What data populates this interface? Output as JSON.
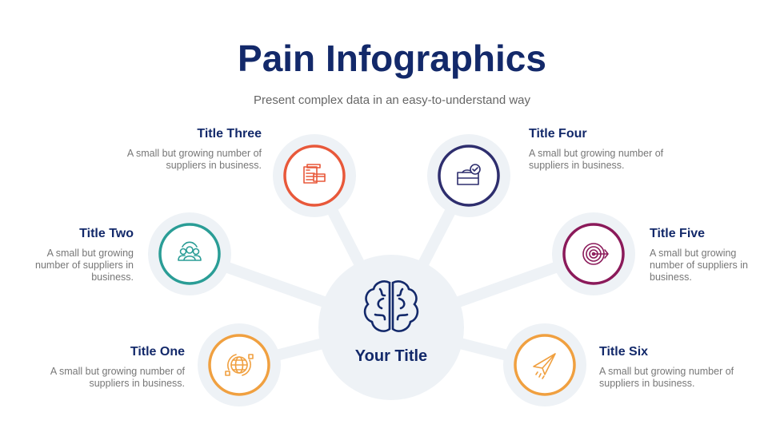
{
  "header": {
    "title": "Pain Infographics",
    "subtitle": "Present complex data in an easy-to-understand way"
  },
  "center": {
    "label": "Your Title",
    "icon": "brain-icon",
    "color": "#13296a"
  },
  "items": [
    {
      "title": "Title One",
      "text": "A small but growing number of suppliers in business.",
      "icon": "globe-icon",
      "color": "#f0a040"
    },
    {
      "title": "Title Two",
      "text": "A small but growing number of suppliers in business.",
      "icon": "team-icon",
      "color": "#2a9d96"
    },
    {
      "title": "Title Three",
      "text": "A small but growing number of suppliers in business.",
      "icon": "documents-icon",
      "color": "#e8583a"
    },
    {
      "title": "Title Four",
      "text": "A small but growing number of suppliers in business.",
      "icon": "briefcase-clock-icon",
      "color": "#2e2e6e"
    },
    {
      "title": "Title Five",
      "text": "A small but growing number of suppliers in business.",
      "icon": "target-icon",
      "color": "#8b1a5a"
    },
    {
      "title": "Title Six",
      "text": "A small but growing number of suppliers in business.",
      "icon": "paper-plane-icon",
      "color": "#f0a040"
    }
  ]
}
